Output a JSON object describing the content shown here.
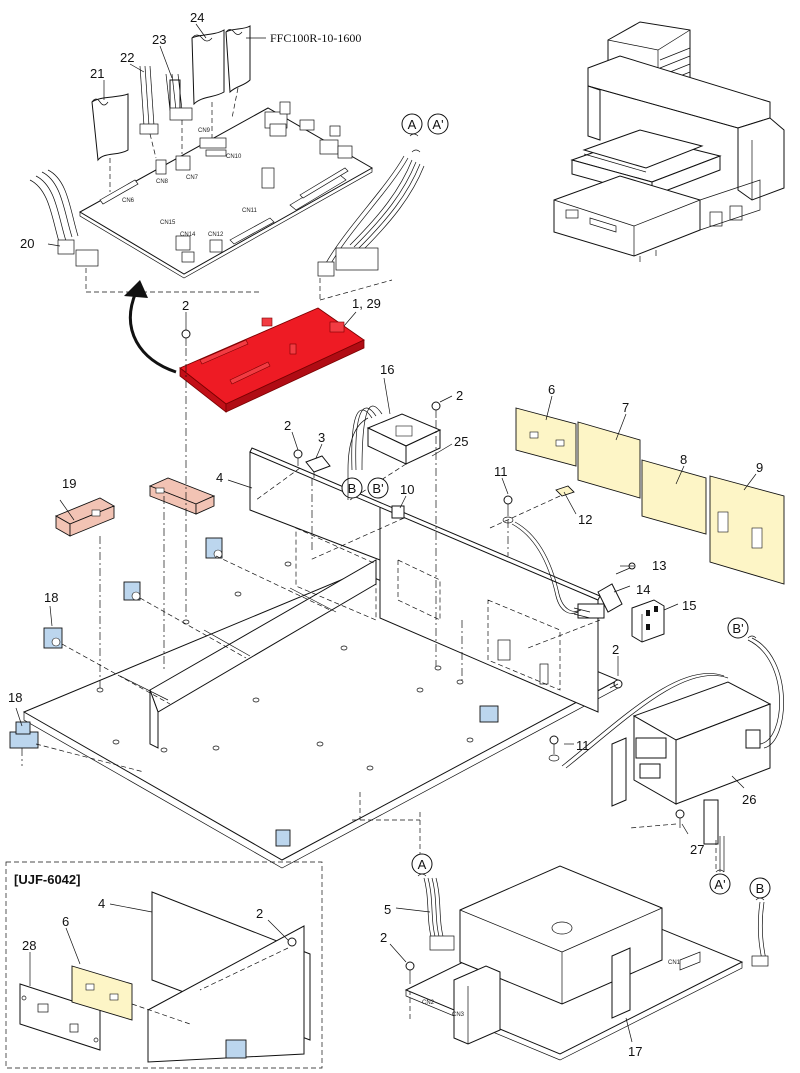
{
  "diagram": {
    "ffc_label": "FFC100R-10-1600",
    "callouts": {
      "n1_29": "1, 29",
      "n2": "2",
      "n3": "3",
      "n4": "4",
      "n5": "5",
      "n6": "6",
      "n7": "7",
      "n8": "8",
      "n9": "9",
      "n10": "10",
      "n11": "11",
      "n12": "12",
      "n13": "13",
      "n14": "14",
      "n15": "15",
      "n16": "16",
      "n17": "17",
      "n18": "18",
      "n19": "19",
      "n20": "20",
      "n21": "21",
      "n22": "22",
      "n23": "23",
      "n24": "24",
      "n25": "25",
      "n26": "26",
      "n27": "27",
      "n28": "28"
    },
    "connectors": {
      "cn6": "CN6",
      "cn7": "CN7",
      "cn8": "CN8",
      "cn9": "CN9",
      "cn10": "CN10",
      "cn11": "CN11",
      "cn12": "CN12",
      "cn14": "CN14",
      "cn15": "CN15",
      "cn1": "CN1",
      "cn2": "CN2",
      "cn3": "CN3"
    },
    "refs": {
      "a": "A",
      "a_prime": "A'",
      "b": "B",
      "b_prime": "B'"
    },
    "inset_title": "[UJF-6042]",
    "colors": {
      "highlight": "#ee1b24",
      "label_sheet": "#fdf5c6",
      "bracket": "#f2c3b4",
      "clamp": "#bcd6ee"
    }
  }
}
